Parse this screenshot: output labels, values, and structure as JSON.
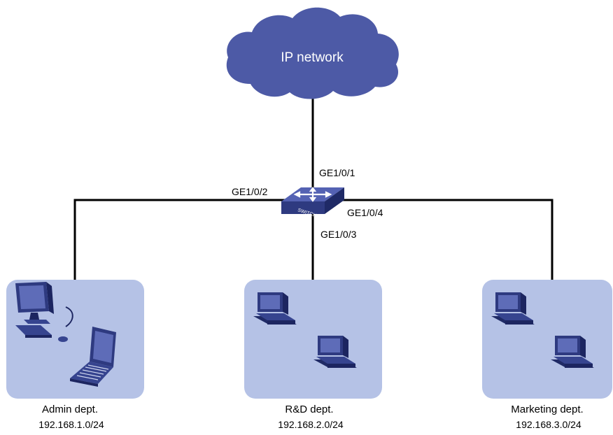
{
  "cloud": {
    "label": "IP network",
    "icon": "cloud-icon"
  },
  "switch": {
    "label": "SWITCH",
    "icon": "switch-icon"
  },
  "ports": {
    "uplink": "GE1/0/1",
    "admin": "GE1/0/2",
    "rd": "GE1/0/3",
    "marketing": "GE1/0/4"
  },
  "departments": {
    "admin": {
      "name": "Admin dept.",
      "subnet": "192.168.1.0/24",
      "devices": [
        "desktop-icon",
        "laptop-icon"
      ]
    },
    "rd": {
      "name": "R&D dept.",
      "subnet": "192.168.2.0/24",
      "devices": [
        "pc-icon",
        "pc-icon"
      ]
    },
    "marketing": {
      "name": "Marketing dept.",
      "subnet": "192.168.3.0/24",
      "devices": [
        "pc-icon",
        "pc-icon"
      ]
    }
  },
  "colors": {
    "cloud": "#4d5aa6",
    "dept_box": "#b5c2e6",
    "link": "#000000",
    "device": "#2e3a80"
  }
}
